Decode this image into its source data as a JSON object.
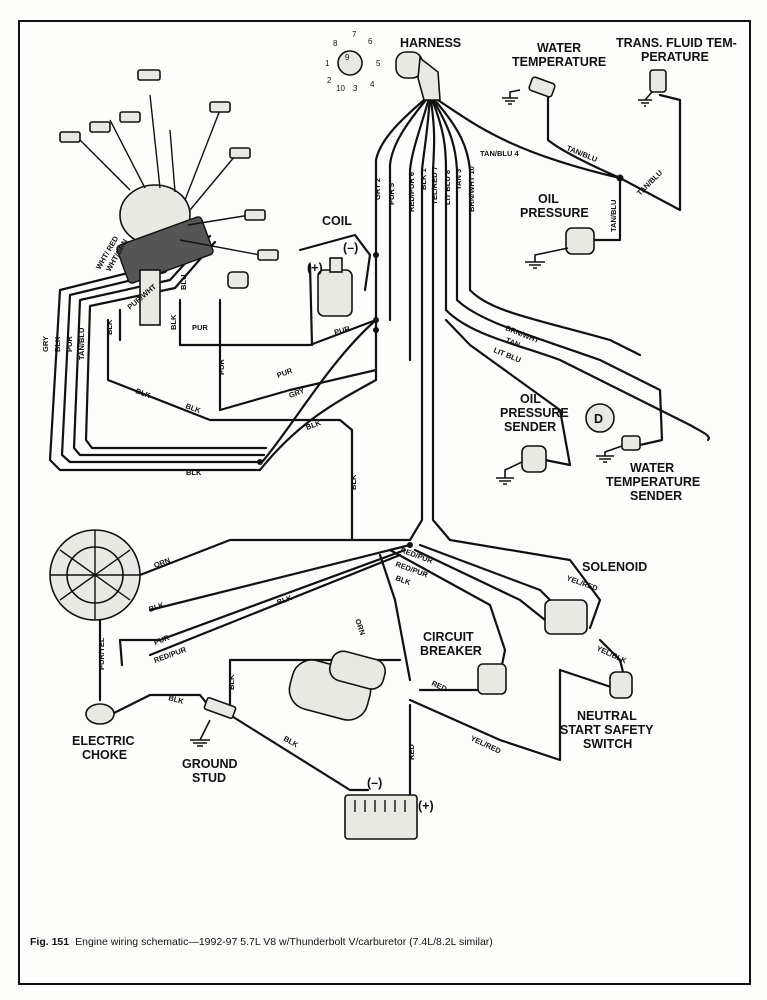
{
  "labels": {
    "harness": "HARNESS",
    "water_temp_1": "WATER",
    "water_temp_2": "TEMPERATURE",
    "trans_fluid_1": "TRANS. FLUID TEM-",
    "trans_fluid_2": "PERATURE",
    "coil": "COIL",
    "oil_pressure_1": "OIL",
    "oil_pressure_2": "PRESSURE",
    "oil_sender_1": "OIL",
    "oil_sender_2": "PRESSURE",
    "oil_sender_3": "SENDER",
    "wt_sender_1": "WATER",
    "wt_sender_2": "TEMPERATURE",
    "wt_sender_3": "SENDER",
    "solenoid": "SOLENOID",
    "circuit_breaker_1": "CIRCUIT",
    "circuit_breaker_2": "BREAKER",
    "neutral_1": "NEUTRAL",
    "neutral_2": "START SAFETY",
    "neutral_3": "SWITCH",
    "electric_choke_1": "ELECTRIC",
    "electric_choke_2": "CHOKE",
    "ground_stud_1": "GROUND",
    "ground_stud_2": "STUD",
    "coil_minus": "(–)",
    "coil_plus": "(+)",
    "battery_minus": "(–)",
    "battery_plus": "(+)"
  },
  "connector_pins": [
    "1",
    "2",
    "3",
    "4",
    "5",
    "6",
    "7",
    "8",
    "9",
    "10"
  ],
  "wires": {
    "gry2": "GRY 2",
    "pur5": "PUR 5",
    "redpur6": "RED/PUR 6",
    "blk1": "BLK 1",
    "yelred7": "YEL/RED 7",
    "litblu8": "LIT BLU 8",
    "tan3": "TAN 3",
    "brnwht10": "BRN/WHT 10",
    "tanblu4": "TAN/BLU 4",
    "tanblu_a": "TAN/BLU",
    "tanblu_b": "TAN/BLU",
    "tanblu_c": "TAN/BLU",
    "brnwht": "BRN/WHT",
    "tan": "TAN",
    "litblu": "LIT BLU",
    "gry": "GRY",
    "blk": "BLK",
    "pur": "PUR",
    "tanblu_left": "TAN/BLU",
    "wht_red": "WHT/ RED",
    "wht_grn": "WHT/GRN",
    "blu": "BLU",
    "purwht": "PUR/WHT",
    "blk_v1": "BLK",
    "blk_v2": "BLK",
    "pur_mid": "PUR",
    "pur_v": "PUR",
    "pur_coil": "PUR",
    "blk_bot1": "BLK",
    "blk_bot2": "BLK",
    "pur_bot": "PUR",
    "gry_bot": "GRY",
    "blk_d1": "BLK",
    "blk_low": "BLK",
    "blk_center": "BLK",
    "orn": "ORN",
    "orn2": "ORN",
    "blk_alt": "BLK",
    "blk_alt2": "BLK",
    "pur_alt": "PUR",
    "redpur_alt": "RED/PUR",
    "redpur_c1": "RED/PUR",
    "redpur_c2": "RED/PUR",
    "blk_sol": "BLK",
    "yelred_sol": "YEL/RED",
    "yelblk": "YEL/BLK",
    "purvel": "PUR/YEL",
    "blk_choke": "BLK",
    "blk_gstud": "BLK",
    "blk_bat": "BLK",
    "red_cb": "RED",
    "red_bat": "RED",
    "yelred_bot": "YEL/RED"
  },
  "caption": {
    "fig": "Fig. 151",
    "text": "Engine wiring schematic—1992-97 5.7L V8 w/Thunderbolt V/carburetor (7.4L/8.2L similar)"
  }
}
